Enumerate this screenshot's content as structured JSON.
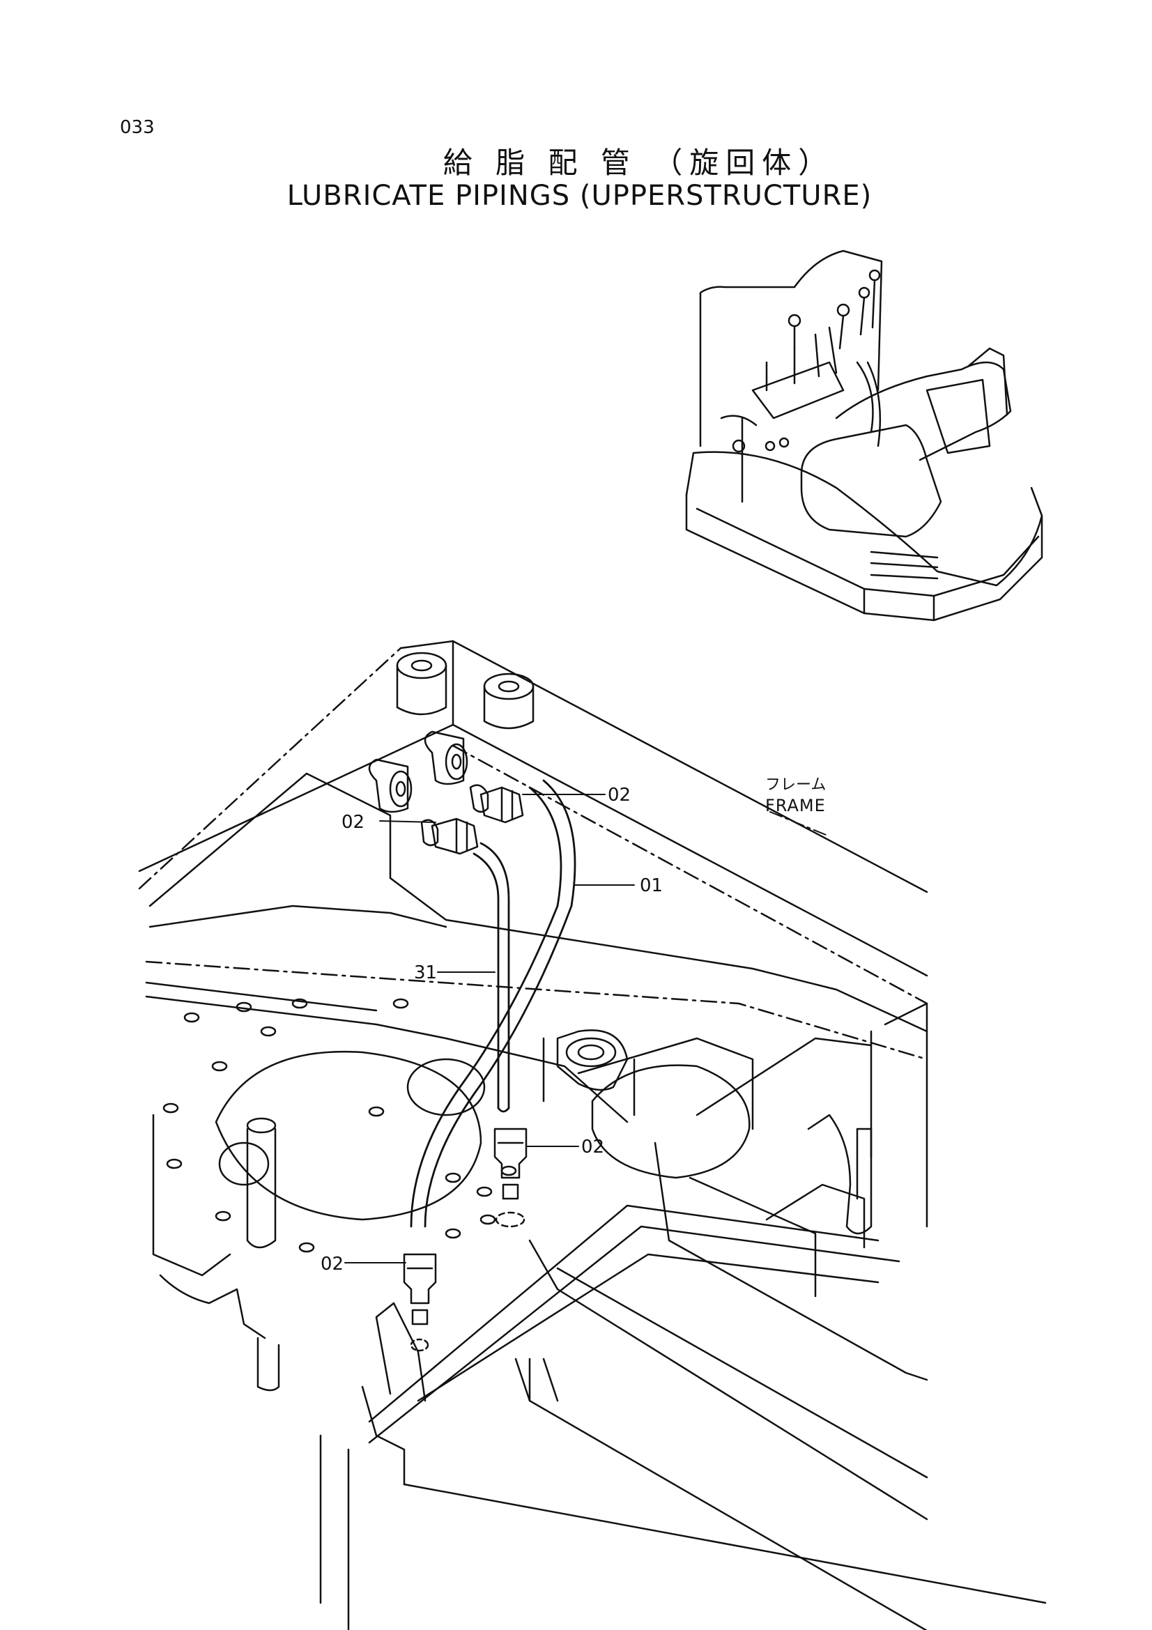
{
  "page": {
    "number": "033"
  },
  "title": {
    "japanese": "給 脂 配 管 （旋回体）",
    "english": "LUBRICATE PIPINGS (UPPERSTRUCTURE)"
  },
  "frame_label": {
    "japanese": "フレーム",
    "english": "FRAME"
  },
  "callouts": [
    "02",
    "02",
    "01",
    "31",
    "02",
    "02"
  ],
  "icons": {
    "overview": "excavator-cab-overview-icon"
  }
}
